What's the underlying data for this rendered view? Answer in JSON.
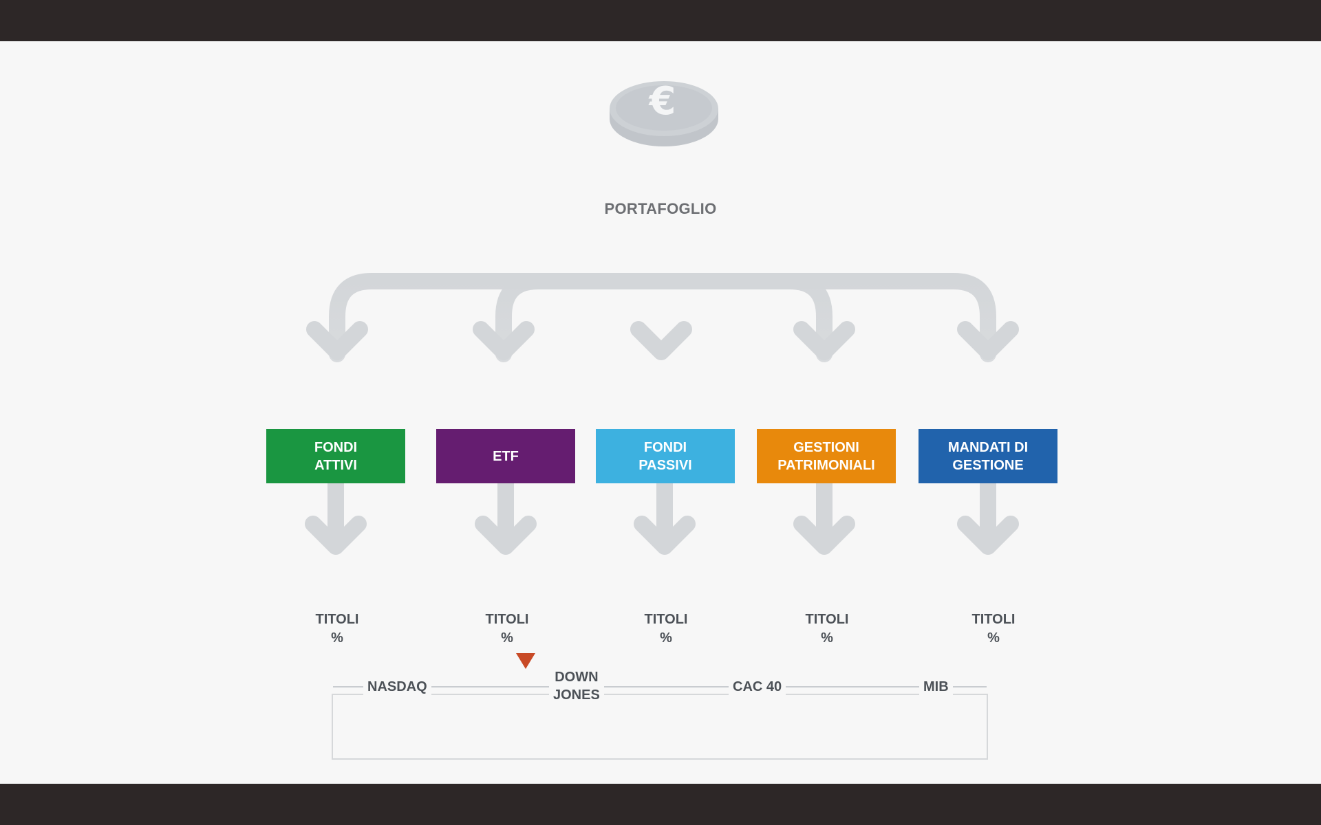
{
  "portfolio": {
    "label": "PORTAFOGLIO",
    "icon": "euro-coin-icon",
    "symbol": "€"
  },
  "funds": [
    {
      "label": "FONDI\nATTIVI",
      "color": "#1a9641"
    },
    {
      "label": "ETF",
      "color": "#651d70"
    },
    {
      "label": "FONDI\nPASSIVI",
      "color": "#3db1e0"
    },
    {
      "label": "GESTIONI\nPATRIMONIALI",
      "color": "#e8890c"
    },
    {
      "label": "MANDATI DI\nGESTIONE",
      "color": "#2163ac"
    }
  ],
  "titoli": [
    {
      "label": "TITOLI",
      "unit": "%"
    },
    {
      "label": "TITOLI",
      "unit": "%"
    },
    {
      "label": "TITOLI",
      "unit": "%"
    },
    {
      "label": "TITOLI",
      "unit": "%"
    },
    {
      "label": "TITOLI",
      "unit": "%"
    }
  ],
  "indices": [
    "NASDAQ",
    "DOWN\nJONES",
    "CAC 40",
    "MIB"
  ],
  "colors": {
    "arrow": "#d3d6d9",
    "coin": "#c9cdd1",
    "marker": "#c84a26"
  }
}
